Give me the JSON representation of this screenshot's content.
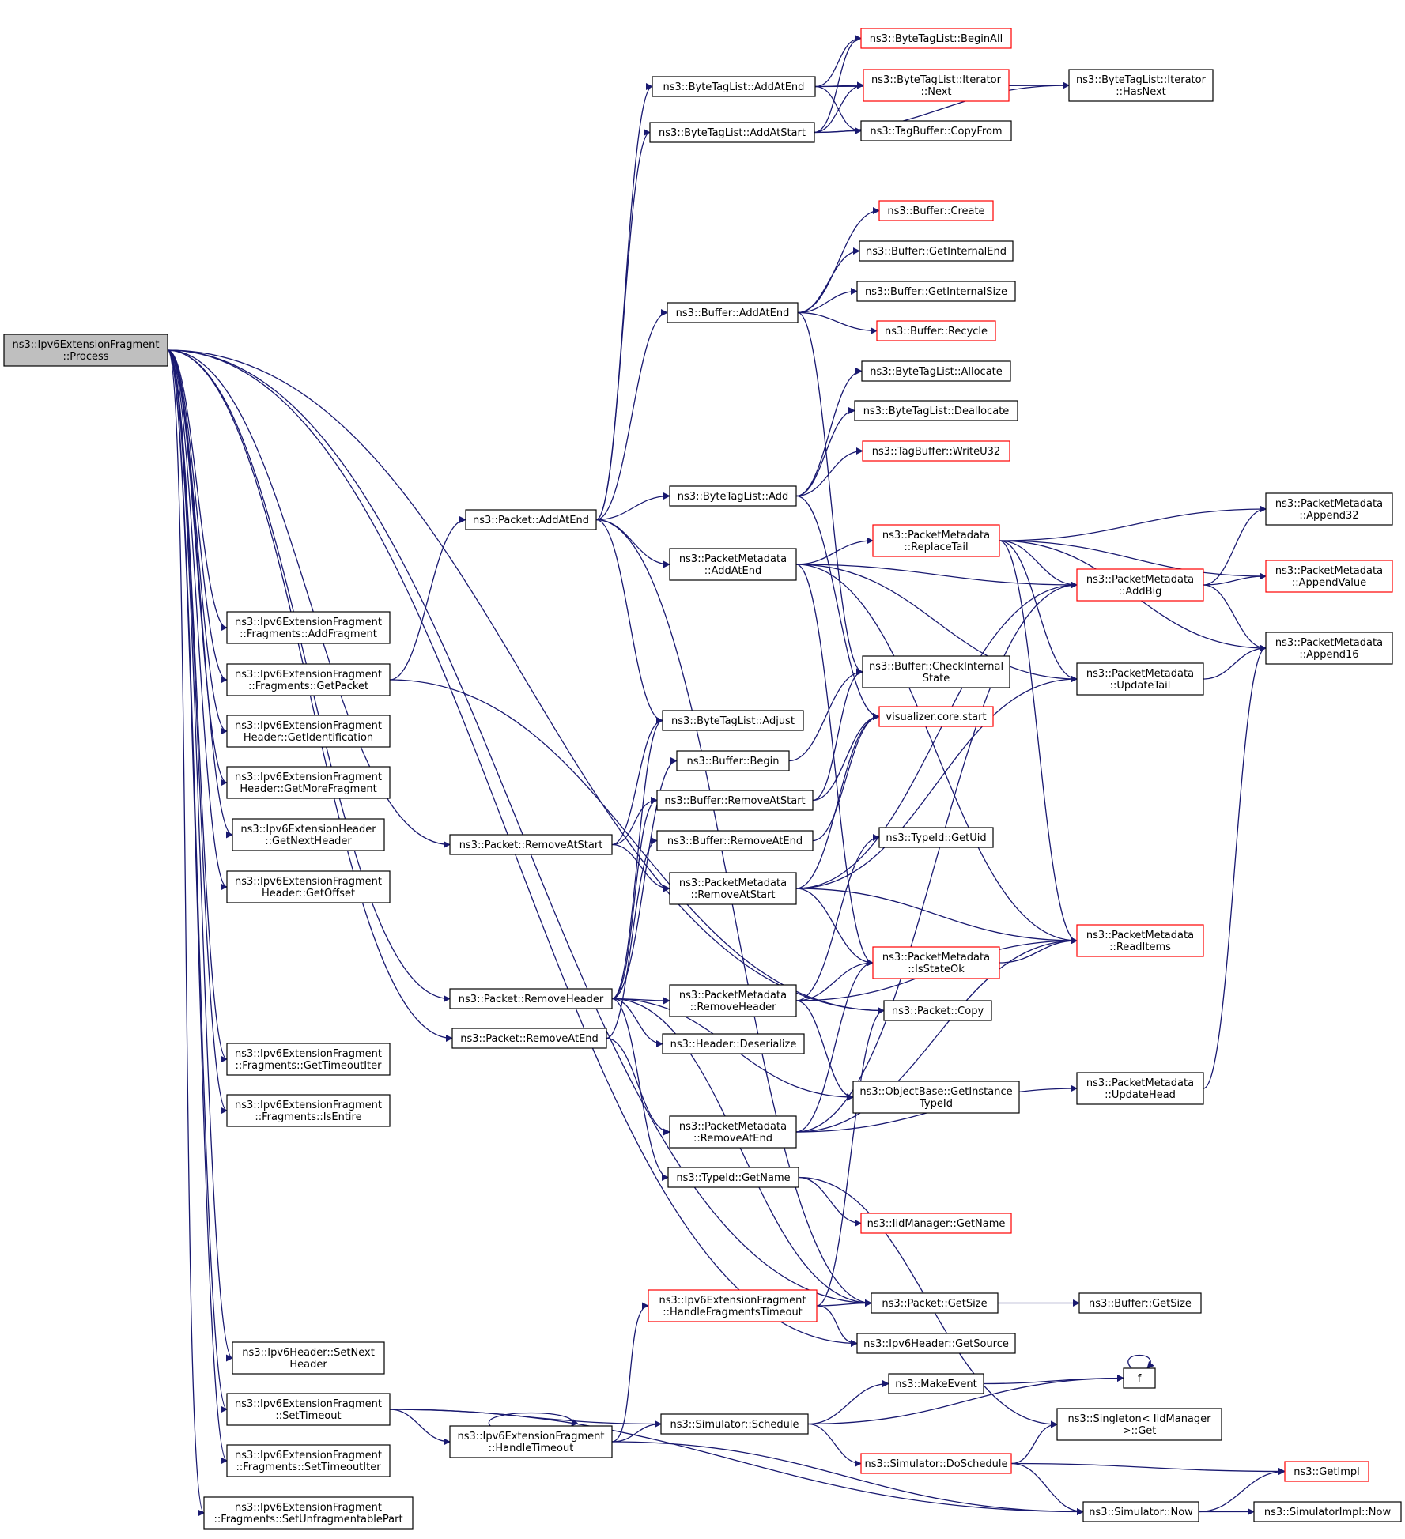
{
  "colors": {
    "edge": "#191970",
    "normal_border": "#000000",
    "red_border": "#ff0000",
    "root_fill": "#bfbfbf"
  },
  "nodes": [
    {
      "id": "root",
      "lines": [
        "ns3::Ipv6ExtensionFragment",
        "::Process"
      ],
      "style": "root"
    },
    {
      "id": "addfrag",
      "lines": [
        "ns3::Ipv6ExtensionFragment",
        "::Fragments::AddFragment"
      ],
      "style": "normal"
    },
    {
      "id": "getpacket",
      "lines": [
        "ns3::Ipv6ExtensionFragment",
        "::Fragments::GetPacket"
      ],
      "style": "normal"
    },
    {
      "id": "getident",
      "lines": [
        "ns3::Ipv6ExtensionFragment",
        "Header::GetIdentification"
      ],
      "style": "normal"
    },
    {
      "id": "getmore",
      "lines": [
        "ns3::Ipv6ExtensionFragment",
        "Header::GetMoreFragment"
      ],
      "style": "normal"
    },
    {
      "id": "getnexthdr",
      "lines": [
        "ns3::Ipv6ExtensionHeader",
        "::GetNextHeader"
      ],
      "style": "normal"
    },
    {
      "id": "getoffset",
      "lines": [
        "ns3::Ipv6ExtensionFragment",
        "Header::GetOffset"
      ],
      "style": "normal"
    },
    {
      "id": "gettimeoutiter",
      "lines": [
        "ns3::Ipv6ExtensionFragment",
        "::Fragments::GetTimeoutIter"
      ],
      "style": "normal"
    },
    {
      "id": "isentire",
      "lines": [
        "ns3::Ipv6ExtensionFragment",
        "::Fragments::IsEntire"
      ],
      "style": "normal"
    },
    {
      "id": "setnext",
      "lines": [
        "ns3::Ipv6Header::SetNext",
        "Header"
      ],
      "style": "normal"
    },
    {
      "id": "settimeout",
      "lines": [
        "ns3::Ipv6ExtensionFragment",
        "::SetTimeout"
      ],
      "style": "normal"
    },
    {
      "id": "settimeoutiter",
      "lines": [
        "ns3::Ipv6ExtensionFragment",
        "::Fragments::SetTimeoutIter"
      ],
      "style": "normal"
    },
    {
      "id": "setunfrag",
      "lines": [
        "ns3::Ipv6ExtensionFragment",
        "::Fragments::SetUnfragmentablePart"
      ],
      "style": "normal"
    },
    {
      "id": "pkt_addatend",
      "lines": [
        "ns3::Packet::AddAtEnd"
      ],
      "style": "normal"
    },
    {
      "id": "pkt_removeatstart",
      "lines": [
        "ns3::Packet::RemoveAtStart"
      ],
      "style": "normal"
    },
    {
      "id": "pkt_removeheader",
      "lines": [
        "ns3::Packet::RemoveHeader"
      ],
      "style": "normal"
    },
    {
      "id": "pkt_removeatend",
      "lines": [
        "ns3::Packet::RemoveAtEnd"
      ],
      "style": "normal"
    },
    {
      "id": "handletimeout",
      "lines": [
        "ns3::Ipv6ExtensionFragment",
        "::HandleTimeout"
      ],
      "style": "normal"
    },
    {
      "id": "btl_addatend",
      "lines": [
        "ns3::ByteTagList::AddAtEnd"
      ],
      "style": "normal"
    },
    {
      "id": "btl_addatstart",
      "lines": [
        "ns3::ByteTagList::AddAtStart"
      ],
      "style": "normal"
    },
    {
      "id": "buf_addatend",
      "lines": [
        "ns3::Buffer::AddAtEnd"
      ],
      "style": "normal"
    },
    {
      "id": "btl_add",
      "lines": [
        "ns3::ByteTagList::Add"
      ],
      "style": "normal"
    },
    {
      "id": "pm_addatend",
      "lines": [
        "ns3::PacketMetadata",
        "::AddAtEnd"
      ],
      "style": "normal"
    },
    {
      "id": "btl_adjust",
      "lines": [
        "ns3::ByteTagList::Adjust"
      ],
      "style": "normal"
    },
    {
      "id": "buf_begin",
      "lines": [
        "ns3::Buffer::Begin"
      ],
      "style": "normal"
    },
    {
      "id": "buf_removeatstart",
      "lines": [
        "ns3::Buffer::RemoveAtStart"
      ],
      "style": "normal"
    },
    {
      "id": "buf_removeatend",
      "lines": [
        "ns3::Buffer::RemoveAtEnd"
      ],
      "style": "normal"
    },
    {
      "id": "pm_removeatstart",
      "lines": [
        "ns3::PacketMetadata",
        "::RemoveAtStart"
      ],
      "style": "normal"
    },
    {
      "id": "pm_removeheader",
      "lines": [
        "ns3::PacketMetadata",
        "::RemoveHeader"
      ],
      "style": "normal"
    },
    {
      "id": "hdr_deserialize",
      "lines": [
        "ns3::Header::Deserialize"
      ],
      "style": "normal"
    },
    {
      "id": "pm_removeatend",
      "lines": [
        "ns3::PacketMetadata",
        "::RemoveAtEnd"
      ],
      "style": "normal"
    },
    {
      "id": "typeid_getname",
      "lines": [
        "ns3::TypeId::GetName"
      ],
      "style": "normal"
    },
    {
      "id": "handlefragtimeout",
      "lines": [
        "ns3::Ipv6ExtensionFragment",
        "::HandleFragmentsTimeout"
      ],
      "style": "red"
    },
    {
      "id": "sim_schedule",
      "lines": [
        "ns3::Simulator::Schedule"
      ],
      "style": "normal"
    },
    {
      "id": "btl_beginall",
      "lines": [
        "ns3::ByteTagList::BeginAll"
      ],
      "style": "red"
    },
    {
      "id": "btl_iter_next",
      "lines": [
        "ns3::ByteTagList::Iterator",
        "::Next"
      ],
      "style": "red"
    },
    {
      "id": "tagbuf_copyfrom",
      "lines": [
        "ns3::TagBuffer::CopyFrom"
      ],
      "style": "normal"
    },
    {
      "id": "buf_create",
      "lines": [
        "ns3::Buffer::Create"
      ],
      "style": "red"
    },
    {
      "id": "buf_getinternalend",
      "lines": [
        "ns3::Buffer::GetInternalEnd"
      ],
      "style": "normal"
    },
    {
      "id": "buf_getinternalsize",
      "lines": [
        "ns3::Buffer::GetInternalSize"
      ],
      "style": "normal"
    },
    {
      "id": "buf_recycle",
      "lines": [
        "ns3::Buffer::Recycle"
      ],
      "style": "red"
    },
    {
      "id": "btl_allocate",
      "lines": [
        "ns3::ByteTagList::Allocate"
      ],
      "style": "normal"
    },
    {
      "id": "btl_deallocate",
      "lines": [
        "ns3::ByteTagList::Deallocate"
      ],
      "style": "normal"
    },
    {
      "id": "tagbuf_writeu32",
      "lines": [
        "ns3::TagBuffer::WriteU32"
      ],
      "style": "red"
    },
    {
      "id": "pm_replacetail",
      "lines": [
        "ns3::PacketMetadata",
        "::ReplaceTail"
      ],
      "style": "red"
    },
    {
      "id": "buf_checkinternal",
      "lines": [
        "ns3::Buffer::CheckInternal",
        "State"
      ],
      "style": "normal"
    },
    {
      "id": "viz_start",
      "lines": [
        "visualizer.core.start"
      ],
      "style": "red"
    },
    {
      "id": "typeid_getuid",
      "lines": [
        "ns3::TypeId::GetUid"
      ],
      "style": "normal"
    },
    {
      "id": "pm_isstateok",
      "lines": [
        "ns3::PacketMetadata",
        "::IsStateOk"
      ],
      "style": "red"
    },
    {
      "id": "pkt_copy",
      "lines": [
        "ns3::Packet::Copy"
      ],
      "style": "normal"
    },
    {
      "id": "objbase_getinstance",
      "lines": [
        "ns3::ObjectBase::GetInstance",
        "TypeId"
      ],
      "style": "normal"
    },
    {
      "id": "iid_getname",
      "lines": [
        "ns3::IidManager::GetName"
      ],
      "style": "red"
    },
    {
      "id": "pkt_getsize",
      "lines": [
        "ns3::Packet::GetSize"
      ],
      "style": "normal"
    },
    {
      "id": "ipv6hdr_getsource",
      "lines": [
        "ns3::Ipv6Header::GetSource"
      ],
      "style": "normal"
    },
    {
      "id": "makeevent",
      "lines": [
        "ns3::MakeEvent"
      ],
      "style": "normal"
    },
    {
      "id": "sim_doschedule",
      "lines": [
        "ns3::Simulator::DoSchedule"
      ],
      "style": "red"
    },
    {
      "id": "btl_iter_hasnext",
      "lines": [
        "ns3::ByteTagList::Iterator",
        "::HasNext"
      ],
      "style": "normal"
    },
    {
      "id": "pm_addbig",
      "lines": [
        "ns3::PacketMetadata",
        "::AddBig"
      ],
      "style": "red"
    },
    {
      "id": "pm_updatetail",
      "lines": [
        "ns3::PacketMetadata",
        "::UpdateTail"
      ],
      "style": "normal"
    },
    {
      "id": "pm_readitems",
      "lines": [
        "ns3::PacketMetadata",
        "::ReadItems"
      ],
      "style": "red"
    },
    {
      "id": "pm_updatehead",
      "lines": [
        "ns3::PacketMetadata",
        "::UpdateHead"
      ],
      "style": "normal"
    },
    {
      "id": "buf_getsize",
      "lines": [
        "ns3::Buffer::GetSize"
      ],
      "style": "normal"
    },
    {
      "id": "f",
      "lines": [
        "f"
      ],
      "style": "normal"
    },
    {
      "id": "singleton_get",
      "lines": [
        "ns3::Singleton< IidManager",
        ">::Get"
      ],
      "style": "normal"
    },
    {
      "id": "getimpl",
      "lines": [
        "ns3::GetImpl"
      ],
      "style": "red"
    },
    {
      "id": "sim_now",
      "lines": [
        "ns3::Simulator::Now"
      ],
      "style": "normal"
    },
    {
      "id": "pm_append32",
      "lines": [
        "ns3::PacketMetadata",
        "::Append32"
      ],
      "style": "normal"
    },
    {
      "id": "pm_appendvalue",
      "lines": [
        "ns3::PacketMetadata",
        "::AppendValue"
      ],
      "style": "red"
    },
    {
      "id": "pm_append16",
      "lines": [
        "ns3::PacketMetadata",
        "::Append16"
      ],
      "style": "normal"
    },
    {
      "id": "simimpl_now",
      "lines": [
        "ns3::SimulatorImpl::Now"
      ],
      "style": "normal"
    }
  ]
}
